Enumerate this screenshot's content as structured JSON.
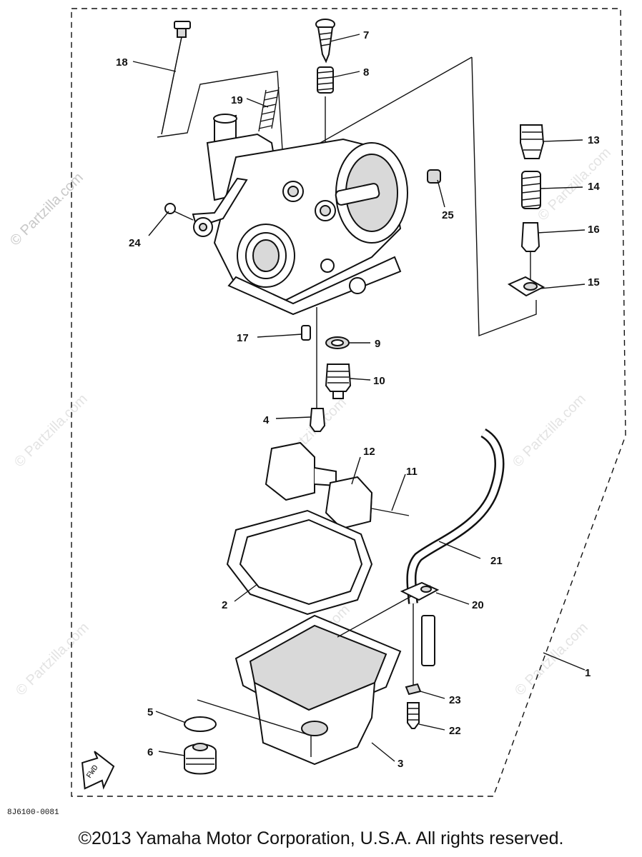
{
  "watermark": "© Partzilla.com",
  "diagram_code": "8J6100-0081",
  "fwd_label": "FWD",
  "copyright": "©2013 Yamaha Motor Corporation, U.S.A. All rights reserved.",
  "callouts": {
    "c1": "1",
    "c2": "2",
    "c3": "3",
    "c4": "4",
    "c5": "5",
    "c6": "6",
    "c7": "7",
    "c8": "8",
    "c9": "9",
    "c10": "10",
    "c11": "11",
    "c12": "12",
    "c13": "13",
    "c14": "14",
    "c15": "15",
    "c16": "16",
    "c17": "17",
    "c18": "18",
    "c19": "19",
    "c20": "20",
    "c21": "21",
    "c22": "22",
    "c23": "23",
    "c24": "24",
    "c25": "25"
  }
}
